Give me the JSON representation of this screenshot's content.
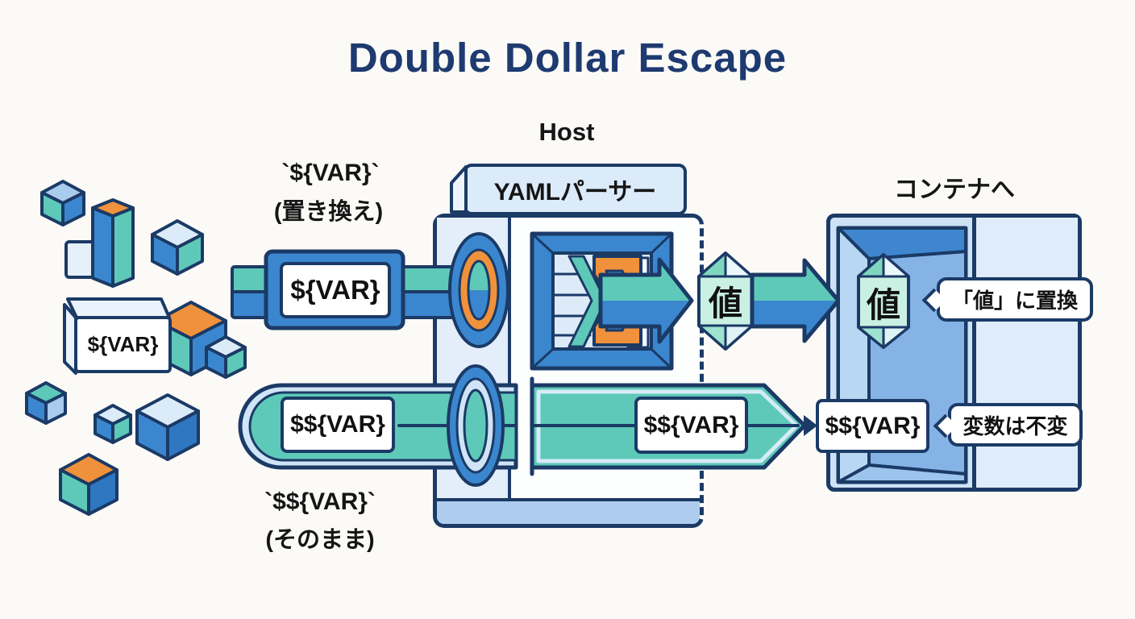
{
  "title": "Double Dollar Escape",
  "host": {
    "label": "Host",
    "parser_label": "YAMLパーサー"
  },
  "source": {
    "box_label": "${VAR}"
  },
  "flow_top": {
    "annotation_code": "`${VAR}`",
    "annotation_note": "(置き換え)",
    "input_value": "${VAR}",
    "result_value": "値"
  },
  "flow_bottom": {
    "annotation_code": "`$${VAR}`",
    "annotation_note": "(そのまま)",
    "input_value": "$${VAR}",
    "host_value": "$${VAR}",
    "container_value": "$${VAR}"
  },
  "container": {
    "heading": "コンテナへ",
    "result_value": "値",
    "bubble_replaced": "「値」に置換",
    "bubble_unchanged": "変数は不変"
  },
  "colors": {
    "title": "#1e3a70",
    "outline": "#1b3a66",
    "blue": "#3b87cf",
    "teal": "#5ec9b8",
    "orange": "#f0913c",
    "panel_light": "#dcebfa",
    "container_fill": "#cde2f5",
    "background": "#fbfaf7"
  }
}
